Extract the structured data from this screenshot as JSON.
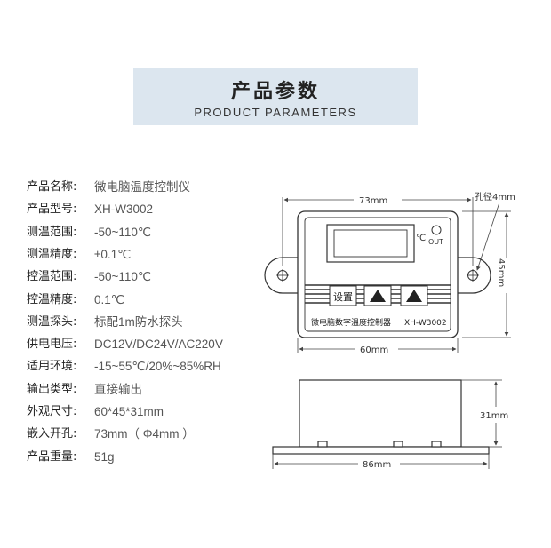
{
  "header": {
    "title_cn": "产品参数",
    "title_en": "PRODUCT PARAMETERS"
  },
  "specs": [
    {
      "label": "产品名称:",
      "value": "微电脑温度控制仪"
    },
    {
      "label": "产品型号:",
      "value": "XH-W3002"
    },
    {
      "label": "测温范围:",
      "value": "-50~110℃"
    },
    {
      "label": "测温精度:",
      "value": "±0.1℃"
    },
    {
      "label": "控温范围:",
      "value": "-50~110℃"
    },
    {
      "label": "控温精度:",
      "value": "0.1℃"
    },
    {
      "label": "测温探头:",
      "value": "标配1m防水探头"
    },
    {
      "label": "供电电压:",
      "value": "DC12V/DC24V/AC220V"
    },
    {
      "label": "适用环境:",
      "value": "-15~55℃/20%~85%RH"
    },
    {
      "label": "输出类型:",
      "value": "直接输出"
    },
    {
      "label": "外观尺寸:",
      "value": "60*45*31mm"
    },
    {
      "label": "嵌入开孔:",
      "value": "73mm（ Φ4mm ）"
    },
    {
      "label": "产品重量:",
      "value": "51g"
    }
  ],
  "drawing": {
    "dim_top": "73mm",
    "dim_hole": "孔径4mm",
    "dim_height": "45mm",
    "dim_width": "60mm",
    "dim_depth": "31mm",
    "dim_base": "86mm",
    "unit_c": "℃",
    "out_label": "OUT",
    "set_button": "设置",
    "device_name": "微电脑数字温度控制器",
    "device_model": "XH-W3002"
  }
}
